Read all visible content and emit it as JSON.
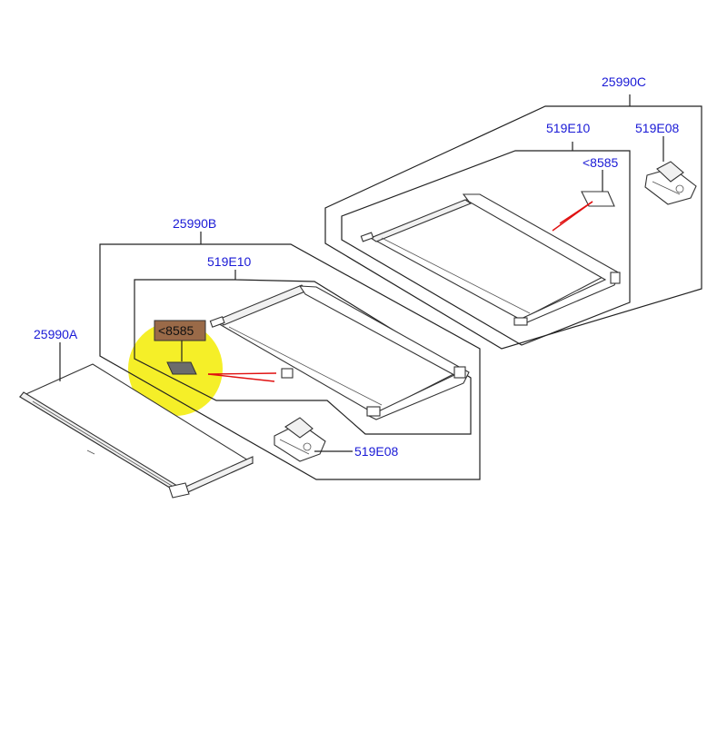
{
  "labels": {
    "assembly_a": "25990A",
    "assembly_b": "25990B",
    "assembly_c": "25990C",
    "blind_b": "519E10",
    "blind_c": "519E10",
    "label_b": "<8585",
    "label_c": "<8585",
    "bracket_b": "519E08",
    "bracket_c": "519E08"
  },
  "colors": {
    "label_text": "#1a1ad6",
    "highlight": "#f4ee1c",
    "label_tag_fill": "#9a6a48",
    "pointer_lines": "#e01010"
  }
}
